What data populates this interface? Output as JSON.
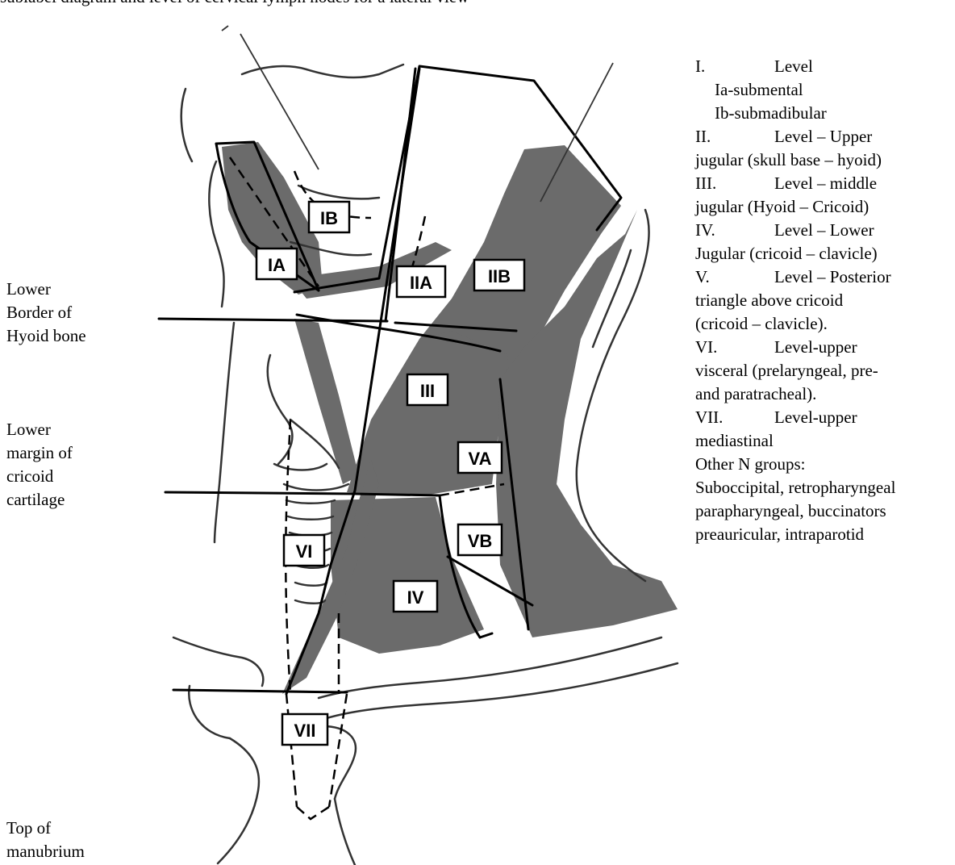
{
  "header_fragment": "sublabel diagram and level of cervical lymph nodes for a lateral view",
  "side_labels": {
    "hyoid": [
      "Lower",
      "Border of",
      "Hyoid bone"
    ],
    "cricoid": [
      "Lower",
      "margin of",
      "cricoid",
      "cartilage"
    ],
    "manubrium": [
      "Top of",
      "manubrium"
    ]
  },
  "zones": {
    "IA": "IA",
    "IB": "IB",
    "IIA": "IIA",
    "IIB": "IIB",
    "III": "III",
    "VA": "VA",
    "VB": "VB",
    "VI": "VI",
    "IV": "IV",
    "VII": "VII"
  },
  "legend": {
    "l1": {
      "num": "I.",
      "title": "Level",
      "sub1": "Ia-submental",
      "sub2": "Ib-submadibular"
    },
    "l2": {
      "num": "II.",
      "title": "Level – Upper",
      "cont": "jugular (skull base – hyoid)"
    },
    "l3": {
      "num": "III.",
      "title": "Level – middle",
      "cont": "jugular (Hyoid – Cricoid)"
    },
    "l4": {
      "num": "IV.",
      "title": "Level – Lower",
      "cont": "Jugular (cricoid – clavicle)"
    },
    "l5": {
      "num": "V.",
      "title": "Level – Posterior",
      "cont1": "triangle above cricoid",
      "cont2": "(cricoid – clavicle)."
    },
    "l6": {
      "num": "VI.",
      "title": "Level-upper",
      "cont1": "visceral (prelaryngeal, pre-",
      "cont2": "and paratracheal)."
    },
    "l7": {
      "num": "VII.",
      "title": "Level-upper",
      "cont": "mediastinal"
    },
    "other1": "Other N groups:",
    "other2": "Suboccipital, retropharyngeal",
    "other3": "parapharyngeal, buccinators",
    "other4": "preauricular, intraparotid"
  },
  "colors": {
    "zone_fill": "#6b6b6b",
    "line": "#000000",
    "outline": "#333333"
  }
}
